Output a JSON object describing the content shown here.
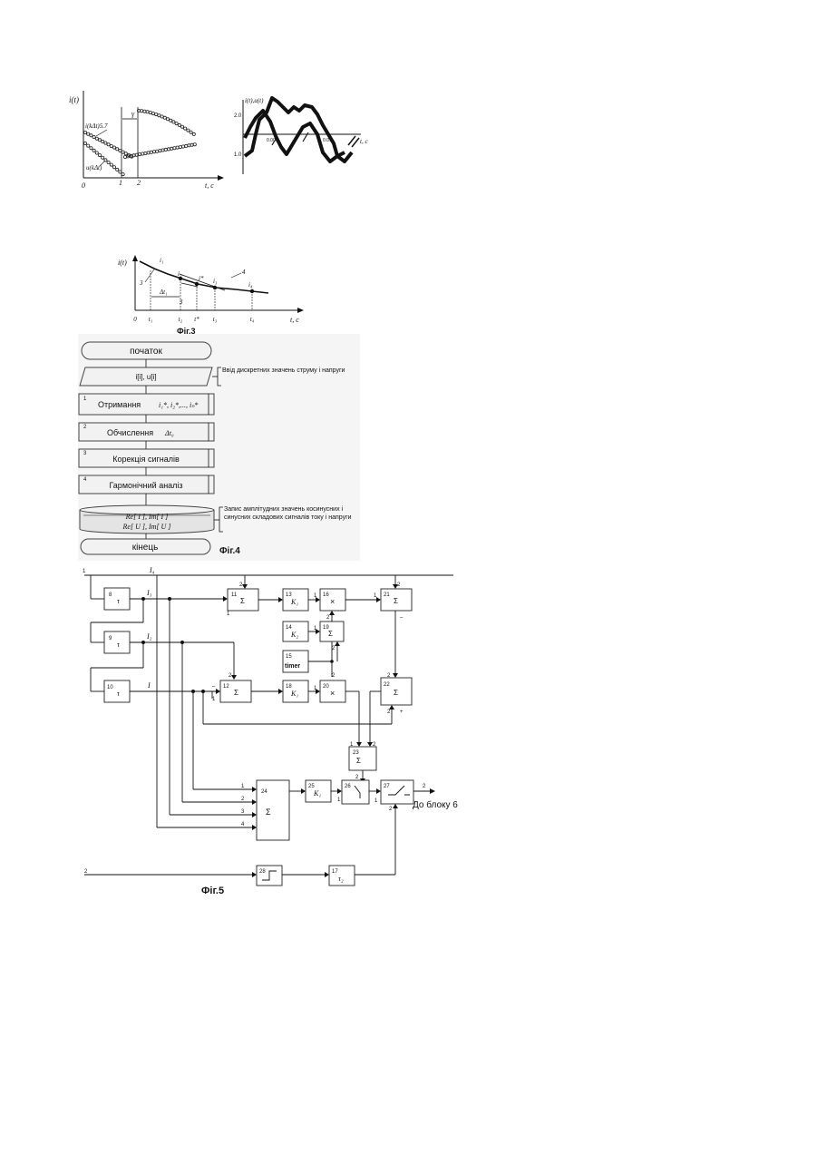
{
  "fig1": {
    "left": {
      "y_label": "i(t)",
      "x_label": "t, c",
      "x_ticks": [
        "0",
        "1",
        "2"
      ],
      "curve_i_label": "i(kΔt)5.7",
      "curve_u_label": "u(kΔt)",
      "gamma_label": "γ"
    },
    "right": {
      "y_label": "i(t),u(t)",
      "x_label": "t, c",
      "y_ticks": [
        "2.0",
        "1.0"
      ],
      "x_ticks": [
        "0.001",
        "0.01"
      ]
    }
  },
  "fig3": {
    "caption": "Фіг.3",
    "y_label": "i(t)",
    "x_label": "t, c",
    "x_ticks": [
      "0",
      "t₁",
      "t₂",
      "t*",
      "t₃",
      "t₄"
    ],
    "point_labels": [
      "i₁",
      "i₂",
      "i*",
      "i₃",
      "i₄"
    ],
    "delta_label": "Δt₁",
    "line_labels": [
      "4",
      "3",
      "3"
    ]
  },
  "fig4": {
    "caption": "Фіг.4",
    "start": "початок",
    "input": "i[i], u[i]",
    "input_note": "Ввід дискретних значень струму і напруги",
    "steps": [
      {
        "num": "1",
        "label": "Отримання",
        "math": "i₁*, i₂*,..., iₙ*"
      },
      {
        "num": "2",
        "label": "Обчислення",
        "math": "Δt₀"
      },
      {
        "num": "3",
        "label": "Корекція сигналів",
        "math": ""
      },
      {
        "num": "4",
        "label": "Гармонічний аналіз",
        "math": ""
      }
    ],
    "store_line1": "Re[ I ], Im[ I ]",
    "store_line2": "Re[ U ], Im[ U ]",
    "store_note": "Запис амплітудних значень косинусних і синусних складових сигналів току і напруги",
    "end": "кінець"
  },
  "fig5": {
    "caption": "Фіг.5",
    "output_label": "До блоку 6",
    "signal_labels": [
      "I₄",
      "I₃",
      "I₂",
      "I"
    ],
    "blocks": [
      {
        "num": "8",
        "sym": "τ"
      },
      {
        "num": "9",
        "sym": "τ"
      },
      {
        "num": "10",
        "sym": "τ"
      },
      {
        "num": "11",
        "sym": "Σ"
      },
      {
        "num": "12",
        "sym": "Σ"
      },
      {
        "num": "13",
        "sym": "K₁"
      },
      {
        "num": "14",
        "sym": "K₂"
      },
      {
        "num": "15",
        "sym": "timer"
      },
      {
        "num": "16",
        "sym": "×"
      },
      {
        "num": "18",
        "sym": "K₁"
      },
      {
        "num": "19",
        "sym": "Σ"
      },
      {
        "num": "20",
        "sym": "×"
      },
      {
        "num": "21",
        "sym": "Σ"
      },
      {
        "num": "22",
        "sym": "Σ"
      },
      {
        "num": "23",
        "sym": "Σ"
      },
      {
        "num": "24",
        "sym": "Σ"
      },
      {
        "num": "25",
        "sym": "K₁"
      },
      {
        "num": "26",
        "sym": ""
      },
      {
        "num": "27",
        "sym": ""
      },
      {
        "num": "28",
        "sym": ""
      },
      {
        "num": "17",
        "sym": "τ₂"
      }
    ]
  }
}
